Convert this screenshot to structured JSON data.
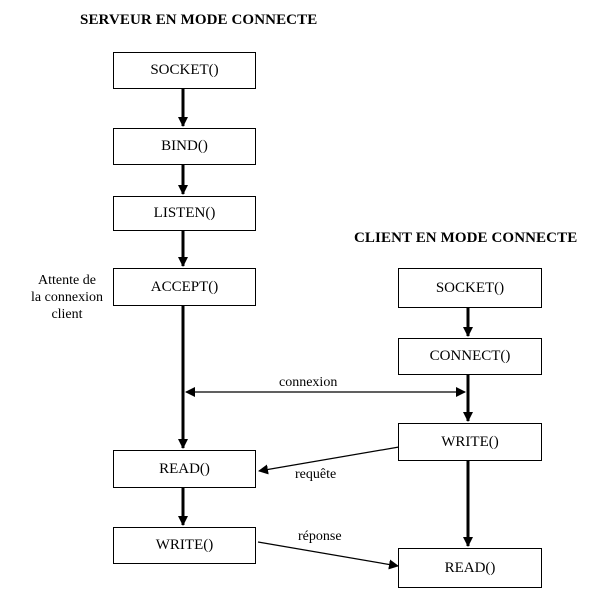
{
  "server": {
    "title": "SERVEUR EN MODE CONNECTE",
    "steps": {
      "socket": "SOCKET()",
      "bind": "BIND()",
      "listen": "LISTEN()",
      "accept": "ACCEPT()",
      "read": "READ()",
      "write": "WRITE()"
    },
    "note": {
      "line1": "Attente de",
      "line2": "la connexion",
      "line3": "client"
    }
  },
  "client": {
    "title": "CLIENT EN MODE CONNECTE",
    "steps": {
      "socket": "SOCKET()",
      "connect": "CONNECT()",
      "write": "WRITE()",
      "read": "READ()"
    }
  },
  "links": {
    "connexion": "connexion",
    "requete": "requête",
    "reponse": "réponse"
  }
}
